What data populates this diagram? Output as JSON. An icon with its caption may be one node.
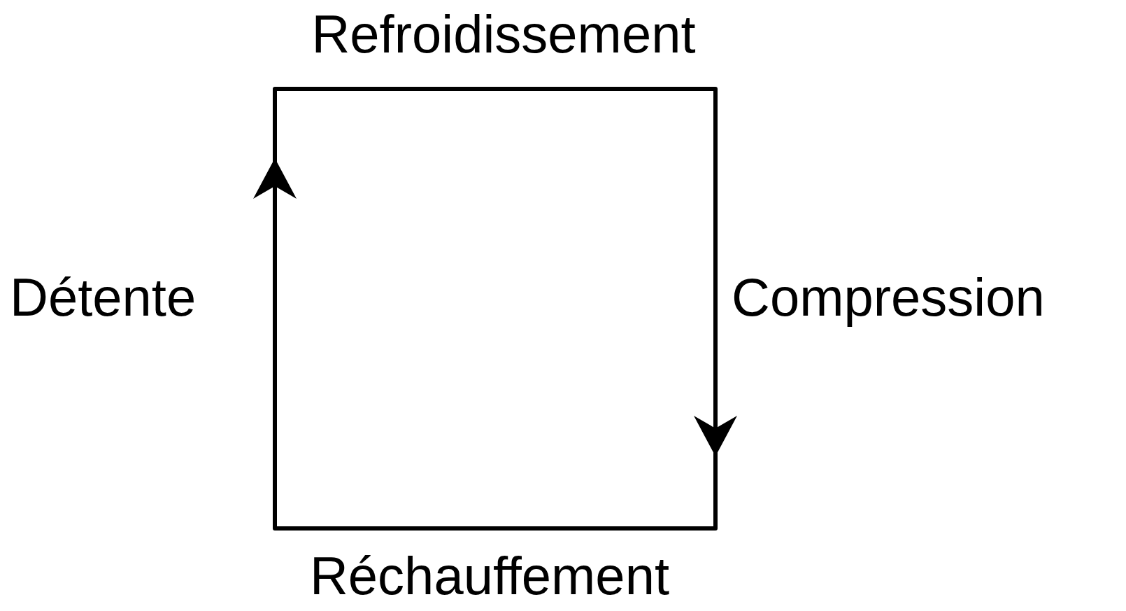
{
  "diagram": {
    "labels": [
      "Refroidissement",
      "Détente",
      "Compression",
      "Réchauffement"
    ]
  }
}
